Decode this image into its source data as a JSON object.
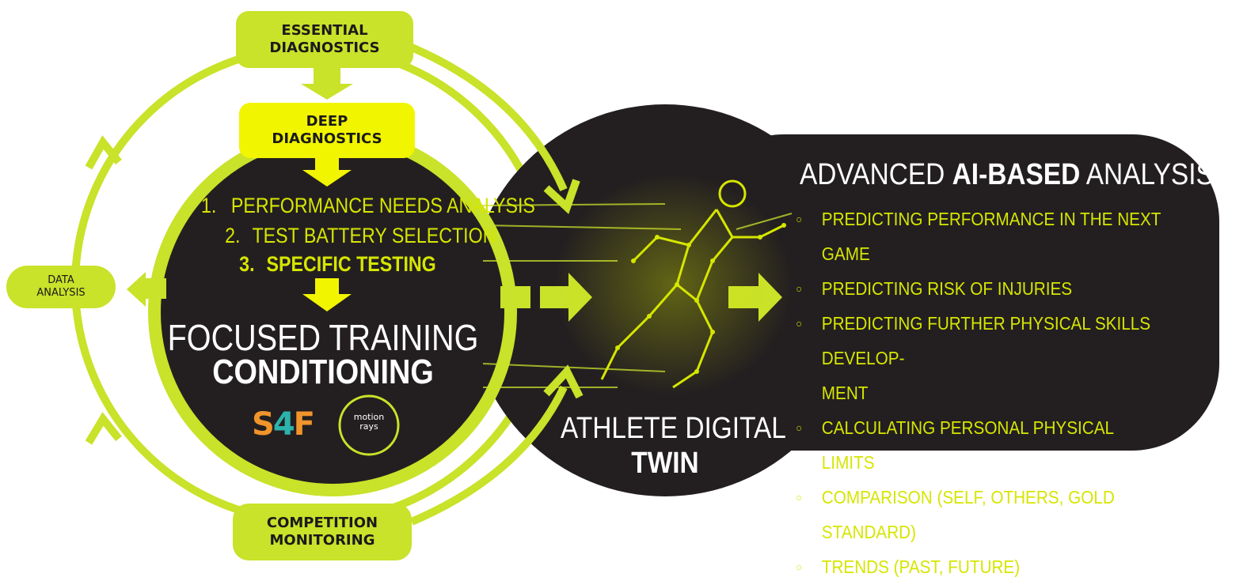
{
  "cycle": {
    "essential": [
      "ESSENTIAL",
      "DIAGNOSTICS"
    ],
    "deep": [
      "DEEP",
      "DIAGNOSTICS"
    ],
    "data_analysis": [
      "DATA",
      "ANALYSIS"
    ],
    "competition": [
      "COMPETITION",
      "MONITORING"
    ]
  },
  "steps": [
    {
      "num": "1.",
      "label": "PERFORMANCE NEEDS ANALYSIS",
      "bold": false
    },
    {
      "num": "2.",
      "label": "TEST BATTERY SELECTION",
      "bold": false
    },
    {
      "num": "3.",
      "label": "SPECIFIC TESTING",
      "bold": true
    }
  ],
  "focused": {
    "line1": "FOCUSED TRAINING",
    "line2": "CONDITIONING"
  },
  "logos": {
    "s4f_letters": [
      "S",
      "4",
      "F"
    ],
    "motion": [
      "motion",
      "rays"
    ]
  },
  "twin": {
    "line1": "ATHLETE DIGITAL",
    "line2": "TWIN"
  },
  "ai": {
    "title_pre": "ADVANCED ",
    "title_bold": "AI-BASED",
    "title_post": " ANALYSIS",
    "items": [
      "PREDICTING PERFORMANCE IN THE NEXT GAME",
      "PREDICTING RISK OF INJURIES",
      "PREDICTING FURTHER PHYSICAL SKILLS DEVELOP-\nMENT",
      "CALCULATING PERSONAL PHYSICAL LIMITS",
      "COMPARISON (SELF, OTHERS, GOLD STANDARD)",
      "TRENDS (PAST, FUTURE)"
    ]
  },
  "colors": {
    "lime": "#c9e22a",
    "yellow": "#f2f500",
    "dark": "#231f20",
    "text_lime": "#d6e600",
    "s4f_orange": "#f0942b",
    "s4f_teal": "#2bb3ac"
  },
  "icons": [
    "runner-mesh-icon",
    "bullet-circle-icon",
    "s4f-logo",
    "motion-rays-logo"
  ]
}
